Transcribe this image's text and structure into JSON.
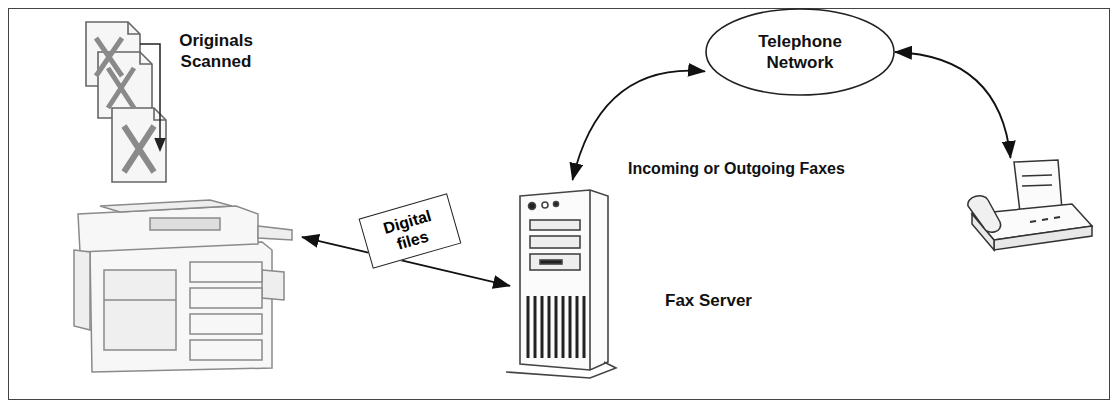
{
  "diagram": {
    "nodes": [
      {
        "text": [
          "Originals Scanned"
        ]
      },
      {
        "text": [
          "Fax Server"
        ]
      },
      {
        "text": [
          "Telephone Network"
        ]
      },
      {
        "text": []
      }
    ],
    "edges": [
      {
        "from": 0,
        "to": 1,
        "label": "Digital files",
        "arrow": "both"
      },
      {
        "from": 1,
        "to": 2,
        "arrow": "both"
      },
      {
        "from": 2,
        "to": 3,
        "arrow": "both"
      }
    ],
    "labels": [
      "Incoming or Outgoing Faxes"
    ]
  }
}
